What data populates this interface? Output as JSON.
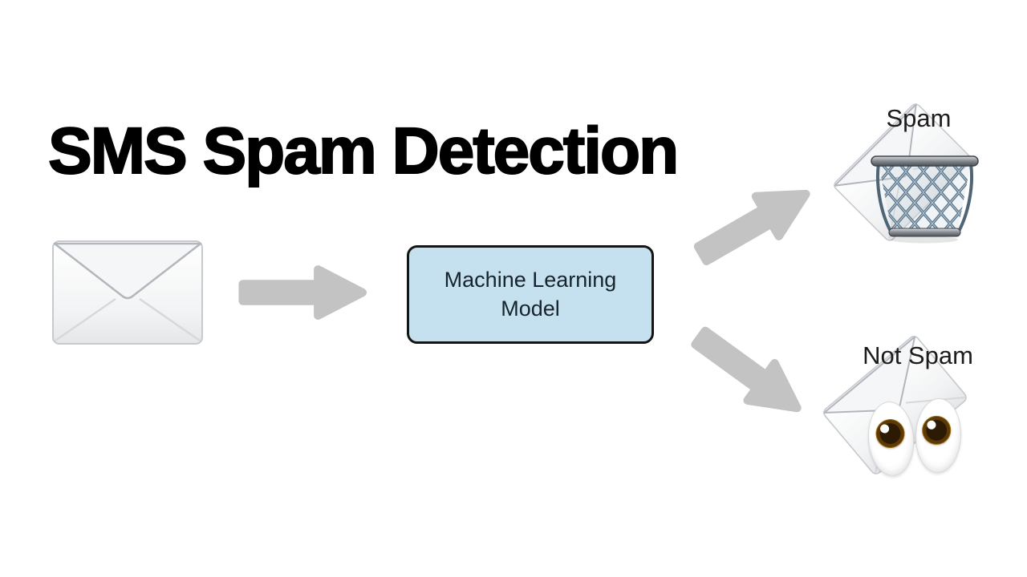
{
  "title": "SMS Spam Detection",
  "model_box": {
    "label": "Machine Learning Model",
    "fill_color": "#c5e1ef",
    "border_color": "#141414",
    "text_color": "#17242c"
  },
  "outputs": [
    {
      "label": "Spam",
      "icons": [
        "envelope-icon",
        "wastebasket-icon"
      ]
    },
    {
      "label": "Not Spam",
      "icons": [
        "envelope-icon",
        "eyes-icon"
      ]
    }
  ],
  "input": {
    "icon": "envelope-icon"
  },
  "colors": {
    "background": "#ffffff",
    "arrow": "#c3c3c3",
    "title_text": "#000000",
    "label_text": "#1c1c1c"
  }
}
